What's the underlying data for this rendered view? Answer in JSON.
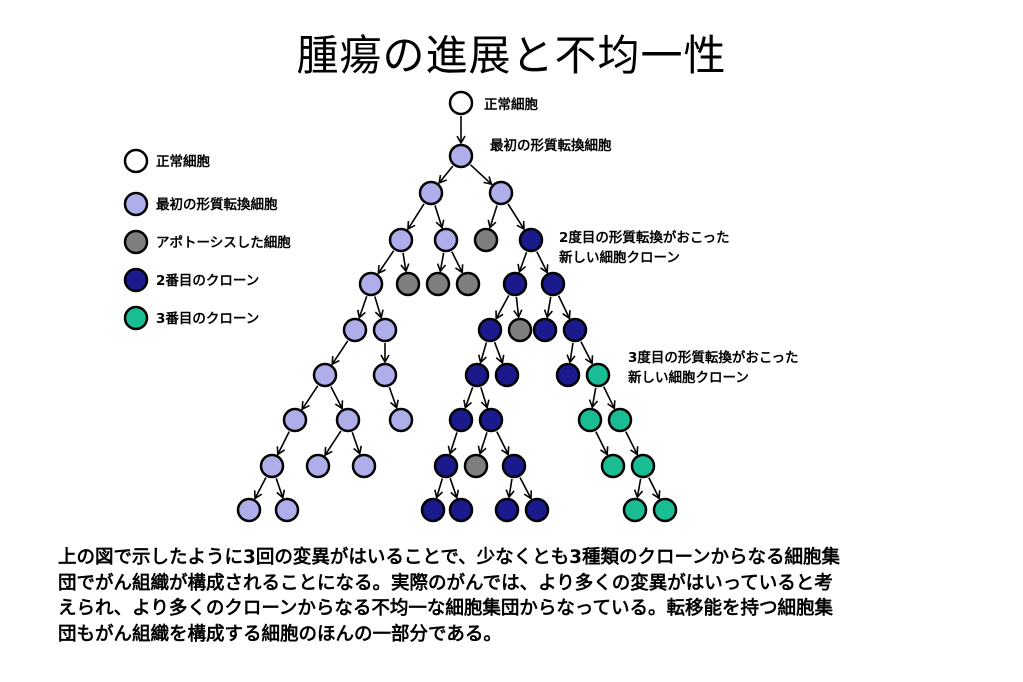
{
  "title": "腫瘍の進展と不均一性",
  "colors": {
    "normal": "#ffffff",
    "first": "#aeaeea",
    "apoptosis": "#7f7f7f",
    "second": "#1a1a8c",
    "third": "#1abc94",
    "stroke": "#000000"
  },
  "legend": [
    {
      "kind": "normal",
      "label": "正常細胞"
    },
    {
      "kind": "first",
      "label": "最初の形質転換細胞"
    },
    {
      "kind": "apoptosis",
      "label": "アポトーシスした細胞"
    },
    {
      "kind": "second",
      "label": "2番目のクローン"
    },
    {
      "kind": "third",
      "label": "3番目のクローン"
    }
  ],
  "annotations": {
    "normal": "正常細胞",
    "first": "最初の形質転換細胞",
    "second": [
      "2度目の形質転換がおこった",
      "新しい細胞クローン"
    ],
    "third": [
      "3度目の形質転換がおこった",
      "新しい細胞クローン"
    ]
  },
  "tree": {
    "nodes": [
      {
        "id": "n0",
        "kind": "normal"
      },
      {
        "id": "r1",
        "kind": "first"
      },
      {
        "id": "L2",
        "kind": "first"
      },
      {
        "id": "R2",
        "kind": "first"
      },
      {
        "id": "a",
        "kind": "first"
      },
      {
        "id": "b",
        "kind": "first"
      },
      {
        "id": "c",
        "kind": "apoptosis"
      },
      {
        "id": "d",
        "kind": "second"
      },
      {
        "id": "a1",
        "kind": "first"
      },
      {
        "id": "a2",
        "kind": "apoptosis"
      },
      {
        "id": "b1",
        "kind": "apoptosis"
      },
      {
        "id": "b2",
        "kind": "apoptosis"
      },
      {
        "id": "d1",
        "kind": "second"
      },
      {
        "id": "d2",
        "kind": "second"
      },
      {
        "id": "a1a",
        "kind": "first"
      },
      {
        "id": "a1b",
        "kind": "first"
      },
      {
        "id": "d1a",
        "kind": "second"
      },
      {
        "id": "d1b",
        "kind": "apoptosis"
      },
      {
        "id": "d2a",
        "kind": "second"
      },
      {
        "id": "d2b",
        "kind": "second"
      },
      {
        "id": "e1",
        "kind": "first"
      },
      {
        "id": "e2",
        "kind": "first"
      },
      {
        "id": "f1",
        "kind": "second"
      },
      {
        "id": "f2",
        "kind": "second"
      },
      {
        "id": "g1",
        "kind": "second"
      },
      {
        "id": "g2",
        "kind": "third"
      },
      {
        "id": "e1a",
        "kind": "first"
      },
      {
        "id": "e1b",
        "kind": "first"
      },
      {
        "id": "e2a",
        "kind": "first"
      },
      {
        "id": "f1a",
        "kind": "second"
      },
      {
        "id": "f1b",
        "kind": "second"
      },
      {
        "id": "g2a",
        "kind": "third"
      },
      {
        "id": "g2b",
        "kind": "third"
      },
      {
        "id": "h1",
        "kind": "first"
      },
      {
        "id": "h2",
        "kind": "first"
      },
      {
        "id": "h3",
        "kind": "first"
      },
      {
        "id": "i1",
        "kind": "second"
      },
      {
        "id": "i2",
        "kind": "apoptosis"
      },
      {
        "id": "i3",
        "kind": "second"
      },
      {
        "id": "j1",
        "kind": "third"
      },
      {
        "id": "j2",
        "kind": "third"
      },
      {
        "id": "k1",
        "kind": "first"
      },
      {
        "id": "k2",
        "kind": "first"
      },
      {
        "id": "l1",
        "kind": "second"
      },
      {
        "id": "l2",
        "kind": "second"
      },
      {
        "id": "l3",
        "kind": "second"
      },
      {
        "id": "l4",
        "kind": "second"
      },
      {
        "id": "m1",
        "kind": "third"
      },
      {
        "id": "m2",
        "kind": "third"
      }
    ],
    "edges": [
      [
        "n0",
        "r1"
      ],
      [
        "r1",
        "L2"
      ],
      [
        "r1",
        "R2"
      ],
      [
        "L2",
        "a"
      ],
      [
        "L2",
        "b"
      ],
      [
        "R2",
        "c"
      ],
      [
        "R2",
        "d"
      ],
      [
        "a",
        "a1"
      ],
      [
        "a",
        "a2"
      ],
      [
        "b",
        "b1"
      ],
      [
        "b",
        "b2"
      ],
      [
        "d",
        "d1"
      ],
      [
        "d",
        "d2"
      ],
      [
        "a1",
        "a1a"
      ],
      [
        "a1",
        "a1b"
      ],
      [
        "d1",
        "d1a"
      ],
      [
        "d1",
        "d1b"
      ],
      [
        "d2",
        "d2a"
      ],
      [
        "d2",
        "d2b"
      ],
      [
        "a1a",
        "e1"
      ],
      [
        "a1b",
        "e2"
      ],
      [
        "d1a",
        "f1"
      ],
      [
        "d1a",
        "f2"
      ],
      [
        "d2b",
        "g1"
      ],
      [
        "d2b",
        "g2"
      ],
      [
        "e1",
        "e1a"
      ],
      [
        "e1",
        "e1b"
      ],
      [
        "e2",
        "e2a"
      ],
      [
        "f1",
        "f1a"
      ],
      [
        "f1",
        "f1b"
      ],
      [
        "g2",
        "g2a"
      ],
      [
        "g2",
        "g2b"
      ],
      [
        "e1a",
        "h1"
      ],
      [
        "e1b",
        "h2"
      ],
      [
        "e1b",
        "h3"
      ],
      [
        "f1a",
        "i1"
      ],
      [
        "f1b",
        "i2"
      ],
      [
        "f1b",
        "i3"
      ],
      [
        "g2a",
        "j1"
      ],
      [
        "g2b",
        "j2"
      ],
      [
        "h1",
        "k1"
      ],
      [
        "h1",
        "k2"
      ],
      [
        "i1",
        "l1"
      ],
      [
        "i1",
        "l2"
      ],
      [
        "i3",
        "l3"
      ],
      [
        "i3",
        "l4"
      ],
      [
        "j2",
        "m1"
      ],
      [
        "j2",
        "m2"
      ]
    ]
  },
  "caption": [
    "上の図で示したように3回の変異がはいることで、少なくとも3種類のクローンからなる細胞集",
    "団でがん組織が構成されることになる。実際のがんでは、より多くの変異がはいっていると考",
    "えられ、より多くのクローンからなる不均一な細胞集団からなっている。転移能を持つ細胞集",
    "団もがん組織を構成する細胞のほんの一部分である。"
  ]
}
